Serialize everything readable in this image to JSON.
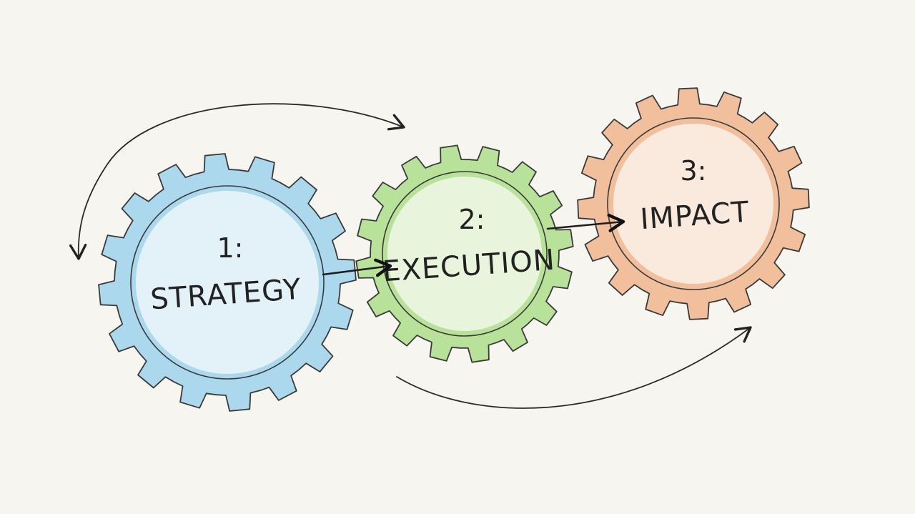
{
  "gears": [
    {
      "id": "strategy",
      "number": "1:",
      "name": "STRATEGY",
      "fill": "#9fd2ec",
      "hub": "#e9f4f8"
    },
    {
      "id": "execution",
      "number": "2:",
      "name": "EXECUTION",
      "fill": "#addd8a",
      "hub": "#eef6e4"
    },
    {
      "id": "impact",
      "number": "3:",
      "name": "IMPACT",
      "fill": "#f1b58e",
      "hub": "#fbeee4"
    }
  ],
  "colors": {
    "background": "#f6f5f0",
    "ink": "#222222"
  }
}
